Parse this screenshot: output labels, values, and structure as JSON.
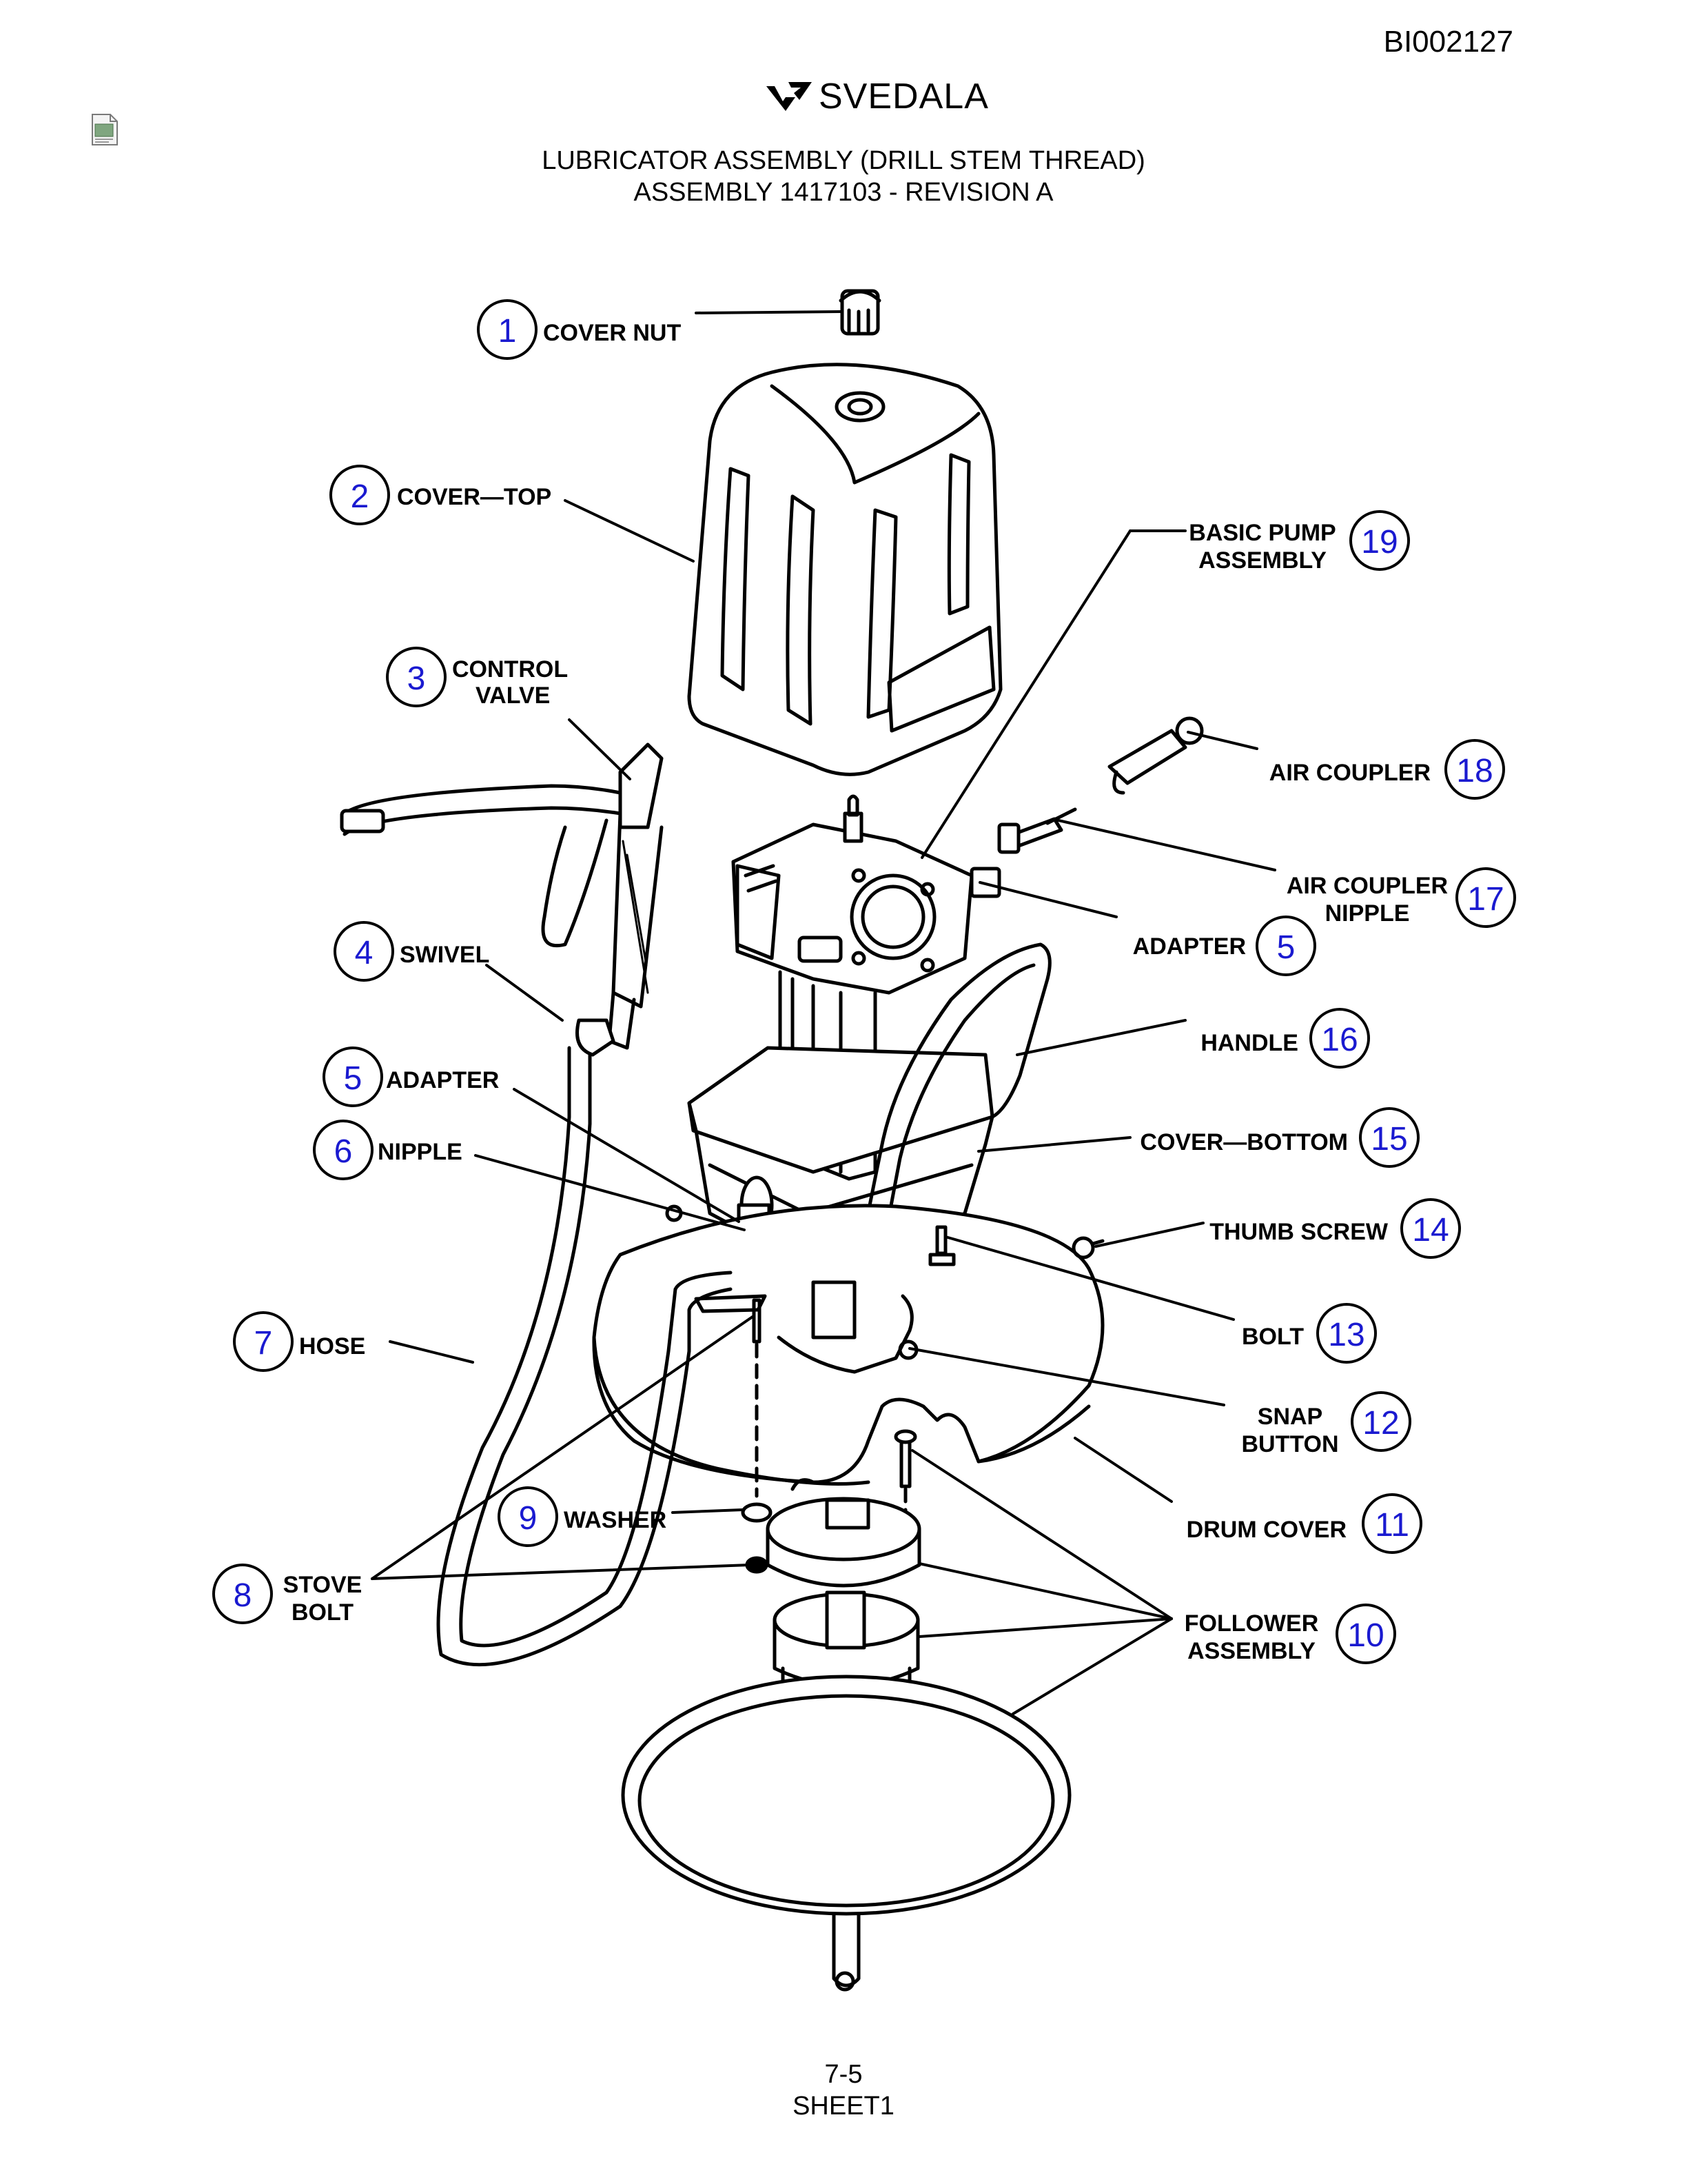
{
  "header": {
    "doc_id": "BI002127",
    "brand": "SVEDALA",
    "title_line1": "LUBRICATOR ASSEMBLY (DRILL STEM THREAD)",
    "title_line2": "ASSEMBLY 1417103 - REVISION A"
  },
  "callouts": [
    {
      "num": "1",
      "label": "COVER NUT"
    },
    {
      "num": "2",
      "label": "COVER—TOP"
    },
    {
      "num": "3",
      "label": "CONTROL",
      "label2": "VALVE"
    },
    {
      "num": "4",
      "label": "SWIVEL"
    },
    {
      "num": "5",
      "label": "ADAPTER"
    },
    {
      "num": "6",
      "label": "NIPPLE"
    },
    {
      "num": "7",
      "label": "HOSE"
    },
    {
      "num": "8",
      "label": "STOVE",
      "label2": "BOLT"
    },
    {
      "num": "9",
      "label": "WASHER"
    },
    {
      "num": "10",
      "label": "FOLLOWER",
      "label2": "ASSEMBLY"
    },
    {
      "num": "11",
      "label": "DRUM COVER"
    },
    {
      "num": "12",
      "label": "SNAP",
      "label2": "BUTTON"
    },
    {
      "num": "13",
      "label": "BOLT"
    },
    {
      "num": "14",
      "label": "THUMB SCREW"
    },
    {
      "num": "15",
      "label": "COVER—BOTTOM"
    },
    {
      "num": "16",
      "label": "HANDLE"
    },
    {
      "num": "5",
      "label": "ADAPTER"
    },
    {
      "num": "17",
      "label": "AIR COUPLER",
      "label2": "NIPPLE"
    },
    {
      "num": "18",
      "label": "AIR COUPLER"
    },
    {
      "num": "19",
      "label": "BASIC PUMP",
      "label2": "ASSEMBLY"
    }
  ],
  "footer": {
    "page": "7-5",
    "sheet": "SHEET1"
  }
}
